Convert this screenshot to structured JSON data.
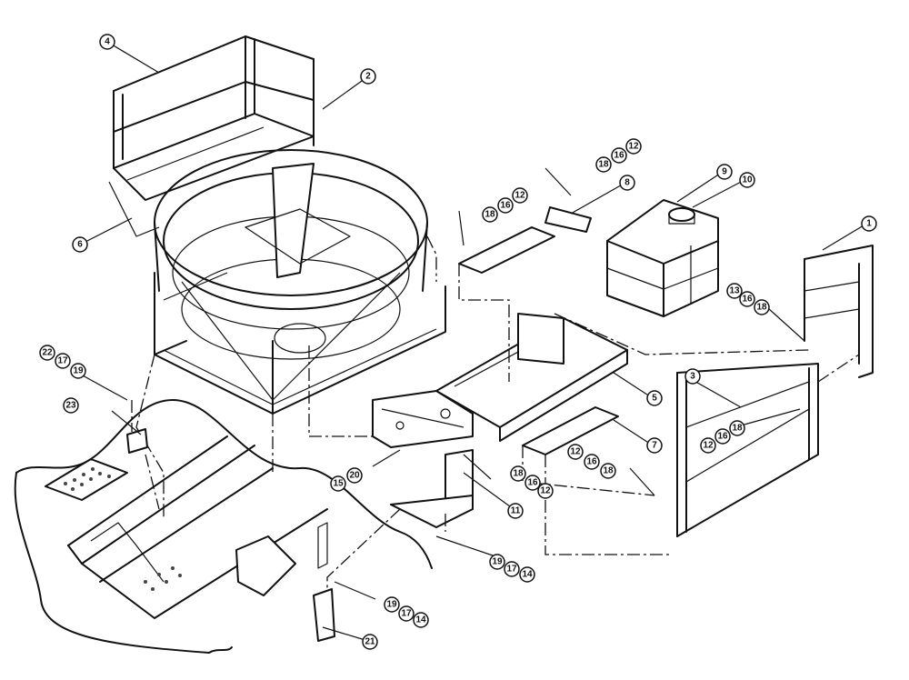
{
  "diagram": {
    "callouts": [
      "1",
      "2",
      "3",
      "4",
      "5",
      "6",
      "7",
      "8",
      "9",
      "10",
      "11",
      "12",
      "12",
      "12",
      "12",
      "12",
      "13",
      "14",
      "14",
      "15",
      "16",
      "16",
      "16",
      "16",
      "16",
      "16",
      "17",
      "17",
      "17",
      "18",
      "18",
      "18",
      "18",
      "18",
      "18",
      "19",
      "19",
      "19",
      "20",
      "21",
      "22",
      "23"
    ]
  }
}
